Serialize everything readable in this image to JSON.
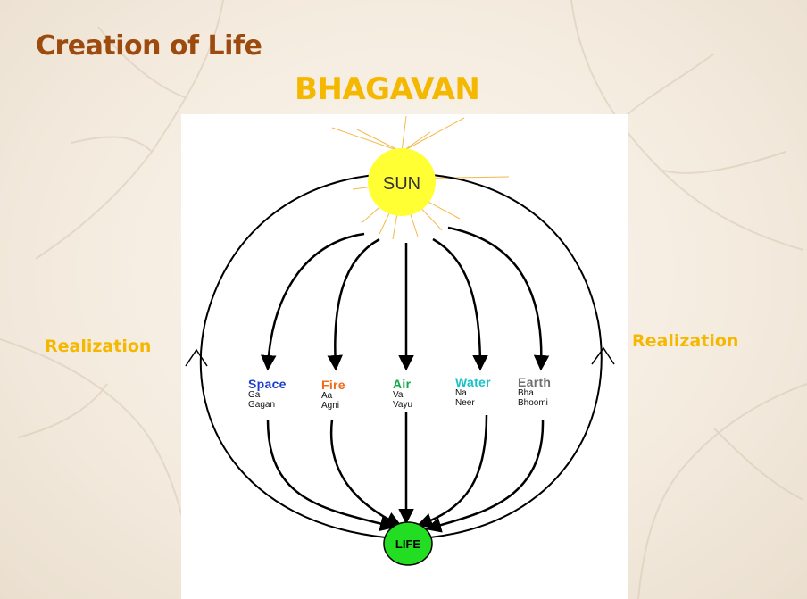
{
  "title": "Creation of Life",
  "top_label": "BHAGAVAN",
  "side_label_left": "Realization",
  "side_label_right": "Realization",
  "sun": {
    "label": "SUN",
    "color": "#ffff33",
    "ray_color": "#f5b84a"
  },
  "life": {
    "label": "LIFE",
    "color": "#22dd22"
  },
  "elements": [
    {
      "name": "Space",
      "line1": "Ga",
      "line2": "Gagan",
      "color": "#1a3fcc"
    },
    {
      "name": "Fire",
      "line1": "Aa",
      "line2": "Agni",
      "color": "#f06a1a"
    },
    {
      "name": "Air",
      "line1": "Va",
      "line2": "Vayu",
      "color": "#11a84a"
    },
    {
      "name": "Water",
      "line1": "Na",
      "line2": "Neer",
      "color": "#19c2c8"
    },
    {
      "name": "Earth",
      "line1": "Bha",
      "line2": "Bhoomi",
      "color": "#707070"
    }
  ],
  "colors": {
    "title": "#9c4a0e",
    "accent": "#f5b800"
  }
}
